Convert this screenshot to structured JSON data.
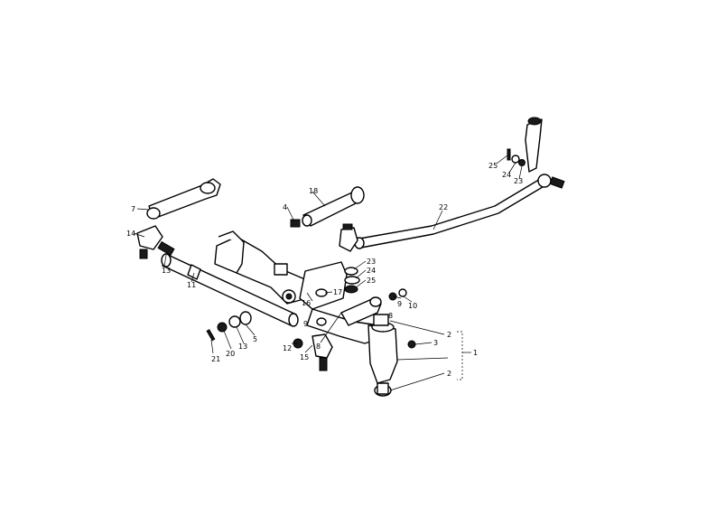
{
  "callouts": [
    {
      "id": "c1",
      "text": "1"
    },
    {
      "id": "c2a",
      "text": "2"
    },
    {
      "id": "c2b",
      "text": "2"
    },
    {
      "id": "c3",
      "text": "3"
    },
    {
      "id": "c4",
      "text": "4"
    },
    {
      "id": "c5",
      "text": "5"
    },
    {
      "id": "c7",
      "text": "7"
    },
    {
      "id": "c8a",
      "text": "8"
    },
    {
      "id": "c8b",
      "text": "8"
    },
    {
      "id": "c9a",
      "text": "9"
    },
    {
      "id": "c9b",
      "text": "9"
    },
    {
      "id": "c10",
      "text": "10"
    },
    {
      "id": "c11",
      "text": "11"
    },
    {
      "id": "c12",
      "text": "12"
    },
    {
      "id": "c13a",
      "text": "13"
    },
    {
      "id": "c13b",
      "text": "13"
    },
    {
      "id": "c14",
      "text": "14"
    },
    {
      "id": "c15",
      "text": "15"
    },
    {
      "id": "c16",
      "text": "16"
    },
    {
      "id": "c17",
      "text": "17"
    },
    {
      "id": "c18",
      "text": "18"
    },
    {
      "id": "c20",
      "text": "20"
    },
    {
      "id": "c21",
      "text": "21"
    },
    {
      "id": "c22",
      "text": "22"
    },
    {
      "id": "c23a",
      "text": "23"
    },
    {
      "id": "c23b",
      "text": "23"
    },
    {
      "id": "c24a",
      "text": "24"
    },
    {
      "id": "c24b",
      "text": "24"
    },
    {
      "id": "c25a",
      "text": "25"
    },
    {
      "id": "c25b",
      "text": "25"
    }
  ]
}
